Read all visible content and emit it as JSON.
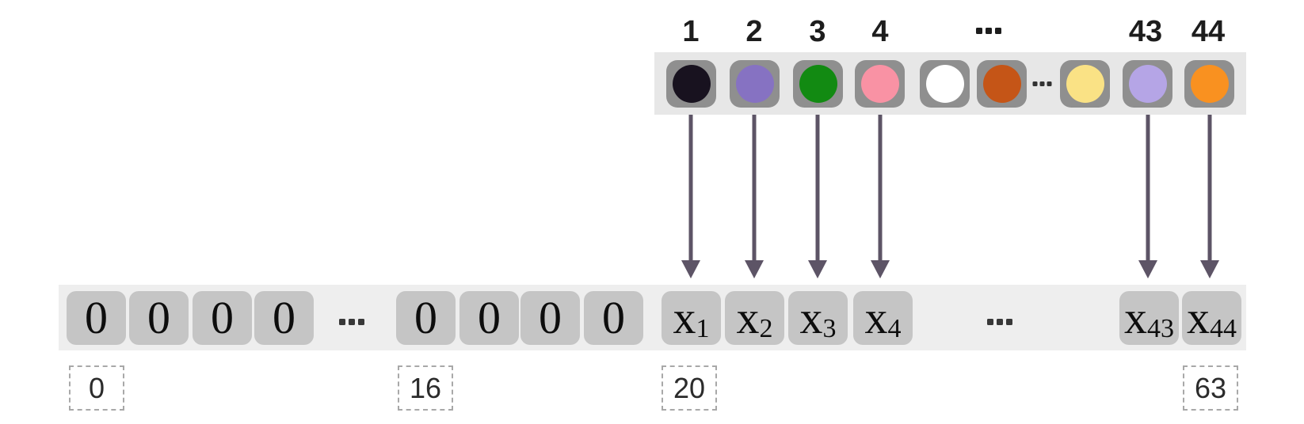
{
  "diagram": {
    "top_labels": [
      "1",
      "2",
      "3",
      "4",
      "...",
      "43",
      "44"
    ],
    "tokens": [
      {
        "name": "token-1-dark-navy",
        "color": "#18121f"
      },
      {
        "name": "token-2-purple",
        "color": "#8672c2"
      },
      {
        "name": "token-3-green",
        "color": "#128a12"
      },
      {
        "name": "token-4-pink",
        "color": "#f992a4"
      },
      {
        "name": "token-white",
        "color": "#ffffff"
      },
      {
        "name": "token-rust",
        "color": "#c55517"
      },
      {
        "name": "token-yellow",
        "color": "#fae285"
      },
      {
        "name": "token-43-lavender",
        "color": "#b5a5e6"
      },
      {
        "name": "token-44-orange",
        "color": "#f99120"
      }
    ],
    "token_strip_ellipsis": "...",
    "cells": [
      {
        "t": "0"
      },
      {
        "t": "0"
      },
      {
        "t": "0"
      },
      {
        "t": "0"
      },
      {
        "t": "..."
      },
      {
        "t": "0"
      },
      {
        "t": "0"
      },
      {
        "t": "0"
      },
      {
        "t": "0"
      },
      {
        "t": "x",
        "sub": "1"
      },
      {
        "t": "x",
        "sub": "2"
      },
      {
        "t": "x",
        "sub": "3"
      },
      {
        "t": "x",
        "sub": "4"
      },
      {
        "t": "..."
      },
      {
        "t": "x",
        "sub": "43"
      },
      {
        "t": "x",
        "sub": "44"
      }
    ],
    "index_markers": [
      "0",
      "16",
      "20",
      "63"
    ]
  }
}
